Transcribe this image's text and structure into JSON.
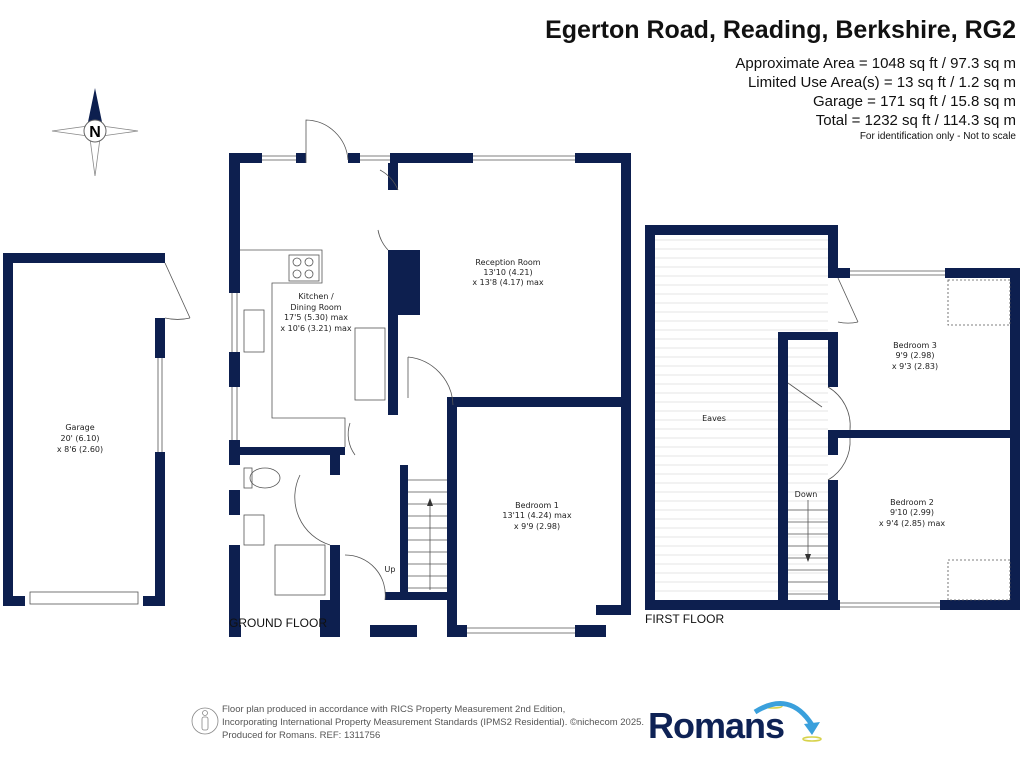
{
  "header": {
    "title": "Egerton Road, Reading, Berkshire, RG2",
    "areas": [
      "Approximate Area = 1048 sq ft / 97.3 sq m",
      "Limited Use Area(s) = 13 sq ft / 1.2 sq m",
      "Garage = 171 sq ft / 15.8 sq m",
      "Total = 1232 sq ft / 114.3 sq m"
    ],
    "note": "For identification only - Not to scale"
  },
  "compass": {
    "label": "N"
  },
  "floors": {
    "ground": "GROUND FLOOR",
    "first": "FIRST FLOOR"
  },
  "rooms": {
    "garage": [
      "Garage",
      "20' (6.10)",
      "x 8'6 (2.60)"
    ],
    "kitchen": [
      "Kitchen /",
      "Dining Room",
      "17'5 (5.30) max",
      "x 10'6 (3.21) max"
    ],
    "reception": [
      "Reception Room",
      "13'10 (4.21)",
      "x 13'8 (4.17) max"
    ],
    "bedroom1": [
      "Bedroom 1",
      "13'11 (4.24) max",
      "x 9'9 (2.98)"
    ],
    "bedroom2": [
      "Bedroom 2",
      "9'10 (2.99)",
      "x 9'4 (2.85) max"
    ],
    "bedroom3": [
      "Bedroom 3",
      "9'9 (2.98)",
      "x 9'3 (2.83)"
    ],
    "eaves": "Eaves",
    "up": "Up",
    "down": "Down"
  },
  "footer": {
    "lines": [
      "Floor plan produced in accordance with RICS Property Measurement 2nd Edition,",
      "Incorporating International Property Measurement Standards (IPMS2 Residential).   ©nichecom 2025.",
      "Produced for Romans.   REF: 1311756"
    ],
    "brand": "Romans"
  },
  "colors": {
    "wall": "#0d1f4f",
    "accent": "#3aa0dc"
  }
}
